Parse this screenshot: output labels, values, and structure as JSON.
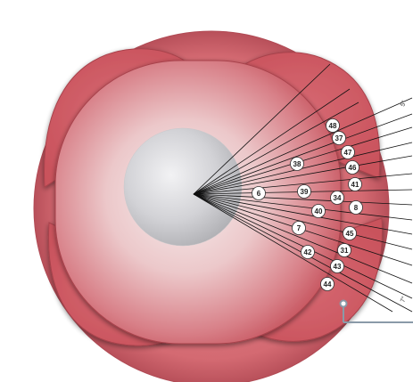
{
  "colors": {
    "outer_ring": "#d46a72",
    "outer_ring_edge": "#b8505a",
    "lobe": "#c9525c",
    "inner_body_light": "#f6eeee",
    "inner_body_dark": "#c44f59",
    "core_light": "#f2f2f4",
    "core_dark": "#a9a9ad",
    "leader_lines": "#111111",
    "bracket": "#8a9aa8",
    "badge_fill": "#ffffff",
    "badge_stroke": "#333333"
  },
  "callouts": [
    {
      "id": "48",
      "label": "48"
    },
    {
      "id": "37",
      "label": "37"
    },
    {
      "id": "47",
      "label": "47"
    },
    {
      "id": "38",
      "label": "38"
    },
    {
      "id": "46",
      "label": "46"
    },
    {
      "id": "41",
      "label": "41"
    },
    {
      "id": "6",
      "label": "6"
    },
    {
      "id": "39",
      "label": "39"
    },
    {
      "id": "34",
      "label": "34"
    },
    {
      "id": "40",
      "label": "40"
    },
    {
      "id": "8",
      "label": "8"
    },
    {
      "id": "7",
      "label": "7"
    },
    {
      "id": "45",
      "label": "45"
    },
    {
      "id": "31",
      "label": "31"
    },
    {
      "id": "42",
      "label": "42"
    },
    {
      "id": "43",
      "label": "43"
    },
    {
      "id": "44",
      "label": "44"
    }
  ],
  "edge_marks": [
    {
      "id": "top",
      "label": "5°"
    },
    {
      "id": "bottom",
      "label": "7°"
    }
  ]
}
